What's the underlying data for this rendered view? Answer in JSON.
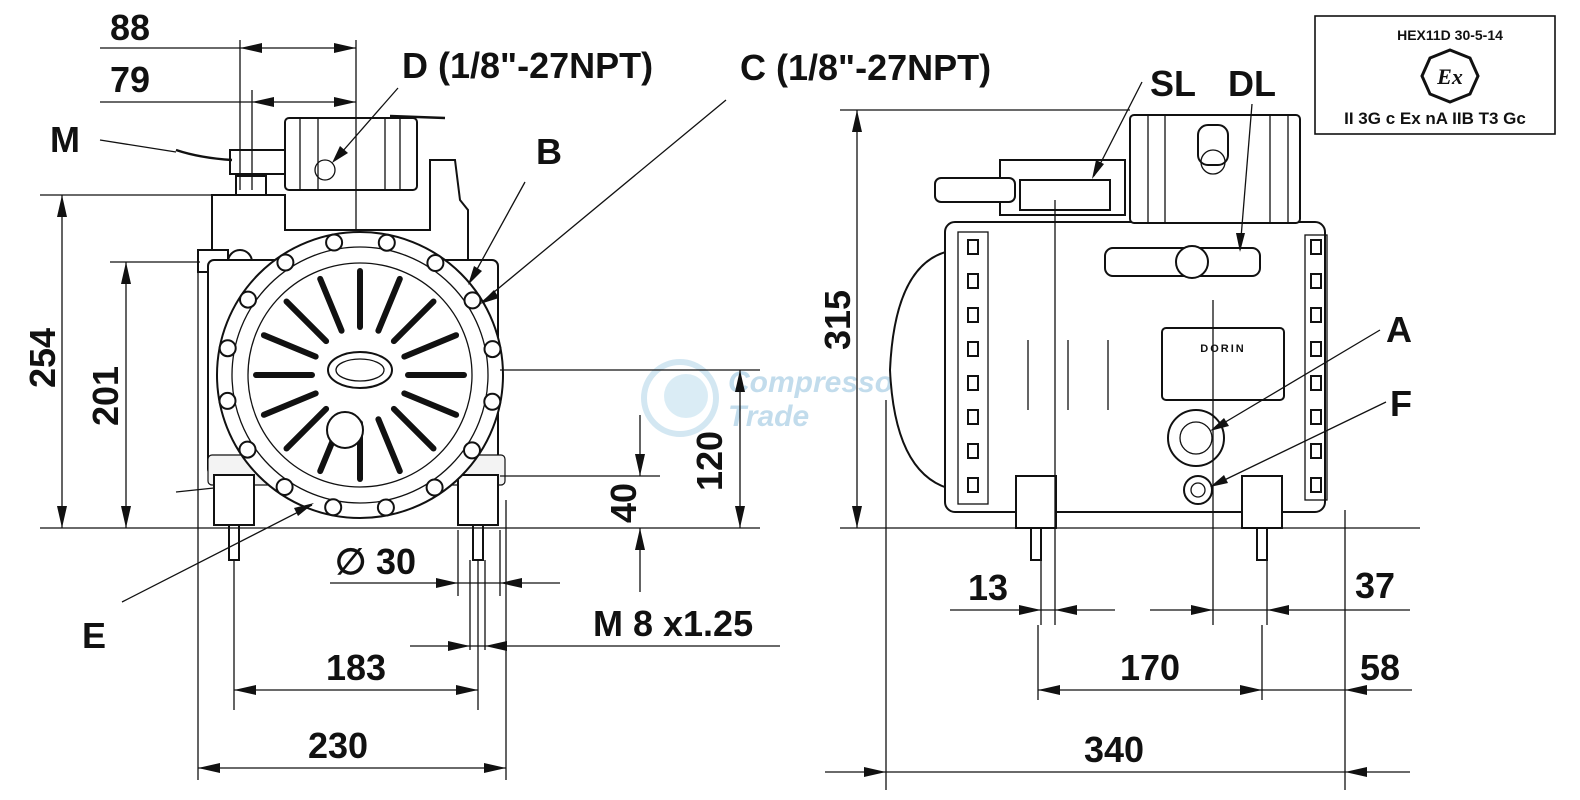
{
  "certification": {
    "code": "HEX11D 30-5-14",
    "mark": "Ex",
    "rating": "II 3G c Ex nA IIB T3 Gc"
  },
  "watermark": {
    "line1": "Compressor",
    "line2": "Trade"
  },
  "nameplate": {
    "brand": "DORIN"
  },
  "front_view": {
    "labels": {
      "M": "M",
      "D": "D (1/8\"-27NPT)",
      "C": "C (1/8\"-27NPT)",
      "B": "B",
      "E": "E"
    },
    "dimensions": {
      "d88": "88",
      "d79": "79",
      "d254": "254",
      "d201": "201",
      "d120": "120",
      "d40": "40",
      "dia30": "30",
      "dia_symbol": "∅",
      "thread": "M 8 x1.25",
      "d183": "183",
      "d230": "230"
    }
  },
  "side_view": {
    "labels": {
      "SL": "SL",
      "DL": "DL",
      "A": "A",
      "F": "F"
    },
    "dimensions": {
      "d315": "315",
      "d13": "13",
      "d37": "37",
      "d170": "170",
      "d58": "58",
      "d340": "340"
    }
  }
}
